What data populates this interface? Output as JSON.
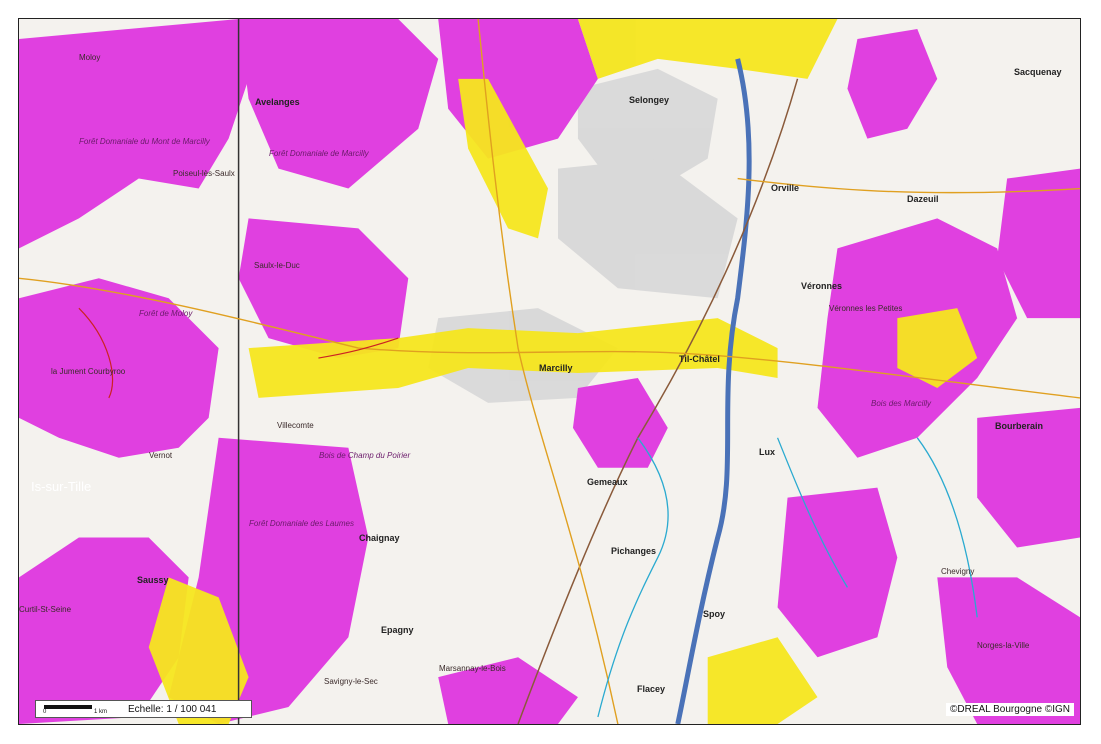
{
  "map": {
    "scale_text": "Echelle: 1 / 100 041",
    "scale_tick_start": "0",
    "scale_tick_end": "1 km",
    "credits": "©DREAL Bourgogne ©IGN",
    "colors": {
      "protected_area": "#e040e0",
      "flood_zone": "#f5e61e",
      "highway": "#4a72b8",
      "water": "#2aaad0",
      "boundary": "#333333"
    },
    "labels": {
      "towns": [
        "Sacquenay",
        "Selongey",
        "Orville",
        "Dazeuil",
        "Véronnes",
        "Til-Châtel",
        "Marcilly",
        "Gemeaux",
        "Pichanges",
        "Chaignay",
        "Saussy",
        "Epagny",
        "Spoy",
        "Flacey",
        "Bourberain",
        "Avelanges",
        "Lux",
        "Villecomte",
        "Marsannay-le-Bois",
        "Savigny-le-Sec",
        "Véronnes les Petites",
        "Chevigny",
        "Norges-la-Ville",
        "Curtil-St-Seine",
        "Moloy",
        "Poiseul-lès-Saulx",
        "Saulx-le-Duc",
        "la Jument Courbyroo",
        "Is-sur-Tille",
        "Vernot"
      ],
      "forests": [
        "Forêt Domaniale du Mont de Marcilly",
        "Forêt Domaniale de Marcilly",
        "Bois de Champ du Poirier",
        "Forêt Domaniale des Laumes",
        "Forêt de Moloy",
        "Bois des Marcilly"
      ]
    }
  }
}
